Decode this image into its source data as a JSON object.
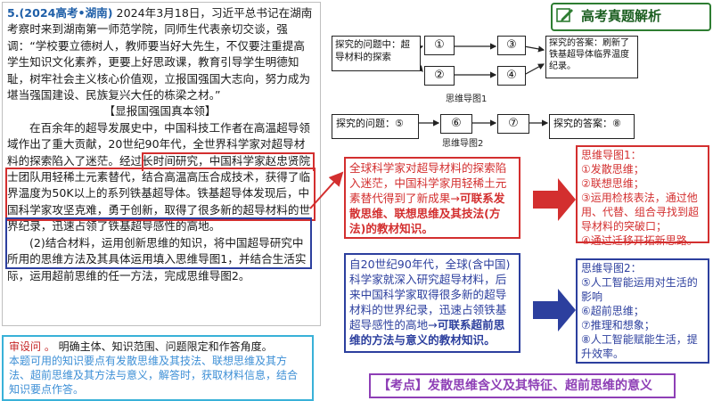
{
  "passage": {
    "number": "5.(2024高考•湖南)",
    "intro": " 2024年3月18日，习近平总书记在湖南考察时来到湖南第一师范学院，同师生代表亲切交谈，强调：“学校要立德树人，教师要当好大先生，不仅要注重提高学生知识文化素养，更要上好思政课，教育引导学生明德知耻，树牢社会主义核心价值观，立报国强国大志向，努力成为堪当强国建设、民族复兴大任的栋梁之材。”",
    "subtitle": "【显报国强国真本领】",
    "p1_a": "在百余年的超导发展史中，中国科技工作者在高温超导领域作出了重大贡献，",
    "p1_b": "20世纪90年代，全世界科学家对超导材料的探索陷入了迷茫。经过长时间研究，中国科学家赵忠贤院士团队用轻稀土元素替代，结合高温高压合成技术，获得了临界温度为50K以上的系列铁基超导体。",
    "p1_c": "铁基超导体发现后，中国科学家攻坚克难，勇于创新，取得了很多新的超导材料的世界纪录，迅速占领了铁基超导感性的高地。",
    "p2": "(2)结合材料，运用创新思维的知识，将中国超导研究中所用的思维方法及其具体运用填入思维导图1，并结合生活实际，运用超前思维的任一方法，完成思维导图2。"
  },
  "tip": {
    "label": "审设问 。",
    "main": "明确主体、知识范围、问题限定和作答角度。",
    "detail": "本题可用的知识要点有发散思维及其技法、联想思维及其方法、超前思维及其方法与意义，解答时，获取材料信息，结合知识要点作答。"
  },
  "badge": {
    "title": "高考真题解析",
    "icon": "pencil-note-icon"
  },
  "mindmap1": {
    "question": "探究的问题中：超导材料的探索",
    "answer": "探究的答案：刷新了铁基超导体临界温度纪录。",
    "nodes": [
      "①",
      "②",
      "③",
      "④"
    ],
    "caption": "思维导图1"
  },
  "mindmap2": {
    "question": "探究的问题：⑤",
    "nodes": [
      "⑥",
      "⑦"
    ],
    "answer": "探究的答案：⑧",
    "caption": "思维导图2"
  },
  "center1": {
    "text": "全球科学家对超导材料的探索陷入迷茫，中国科学家用轻稀土元素替代得到了新成果→",
    "bold": "可联系发散思维、联想思维及其技法(方法)的教材知识。"
  },
  "center2": {
    "text": "自20世纪90年代，全球(含中国)科学家就深入研究超导材料，后来中国科学家取得很多新的超导材料的世界纪录，迅速占领铁基超导感性的高地→",
    "bold": "可联系超前思维的方法与意义的教材知识。"
  },
  "right1": {
    "lines": [
      "思维导图1：",
      "①发散思维；",
      "②联想思维；",
      "③运用检核表法，通过他用、代替、组合寻找到超导材料的突破口；",
      "④通过迁移开拓新思路。"
    ]
  },
  "right2": {
    "lines": [
      "思维导图2：",
      "⑤人工智能运用对生活的影响",
      "⑥超前思维；",
      "⑦推理和想象；",
      "⑧人工智能赋能生活，提升效率。"
    ]
  },
  "keypoint": {
    "text": "【考点】发散思维含义及其特征、超前思维的意义"
  },
  "colors": {
    "red": "#d32f2f",
    "blue": "#2c3f9e",
    "cyan": "#39b1d8",
    "green": "#2e7d32",
    "purple": "#8e3fb6"
  }
}
